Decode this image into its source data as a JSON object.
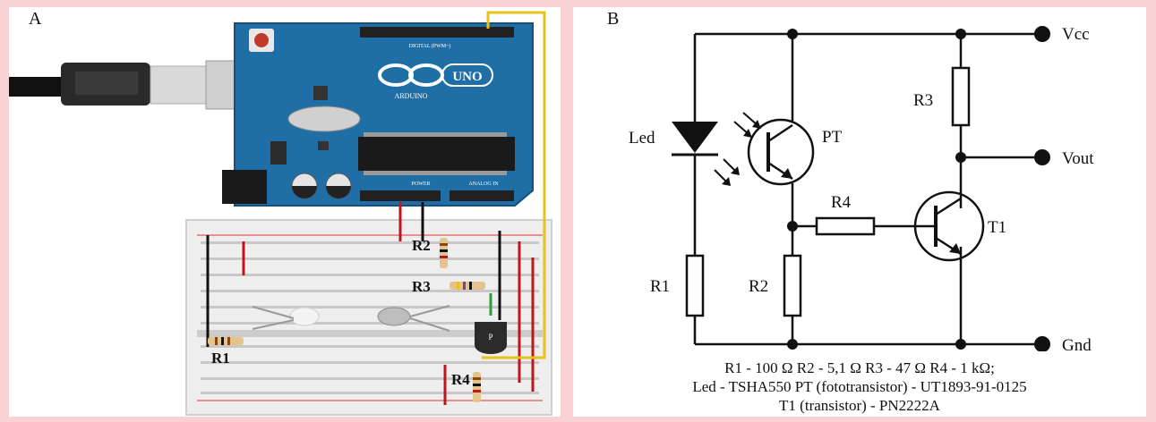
{
  "panel_a": {
    "letter": "A",
    "board": {
      "brand_text": "ARDUINO",
      "model_text": "UNO",
      "digital_header": "DIGITAL (PWM~)",
      "power_header": "POWER",
      "analog_header": "ANALOG IN"
    },
    "labels": {
      "r1": "R1",
      "r2": "R2",
      "r3": "R3",
      "r4": "R4"
    },
    "colors": {
      "board": "#1f6fa6",
      "usb_cable": "#111111",
      "wire_red": "#c0161b",
      "wire_black": "#111111",
      "wire_yellow": "#e8c21a",
      "wire_green": "#2e9e3a"
    }
  },
  "panel_b": {
    "letter": "B",
    "labels": {
      "vcc": "Vcc",
      "vout": "Vout",
      "gnd": "Gnd",
      "led": "Led",
      "pt": "PT",
      "t1": "T1",
      "r1": "R1",
      "r2": "R2",
      "r3": "R3",
      "r4": "R4"
    },
    "caption": {
      "line1": "R1 - 100 Ω   R2 - 5,1 Ω   R3 - 47 Ω   R4 - 1 kΩ;",
      "line2": "Led - TSHA550   PT (fototransistor) - UT1893-91-0125",
      "line3": "T1 (transistor) - PN2222A"
    }
  }
}
